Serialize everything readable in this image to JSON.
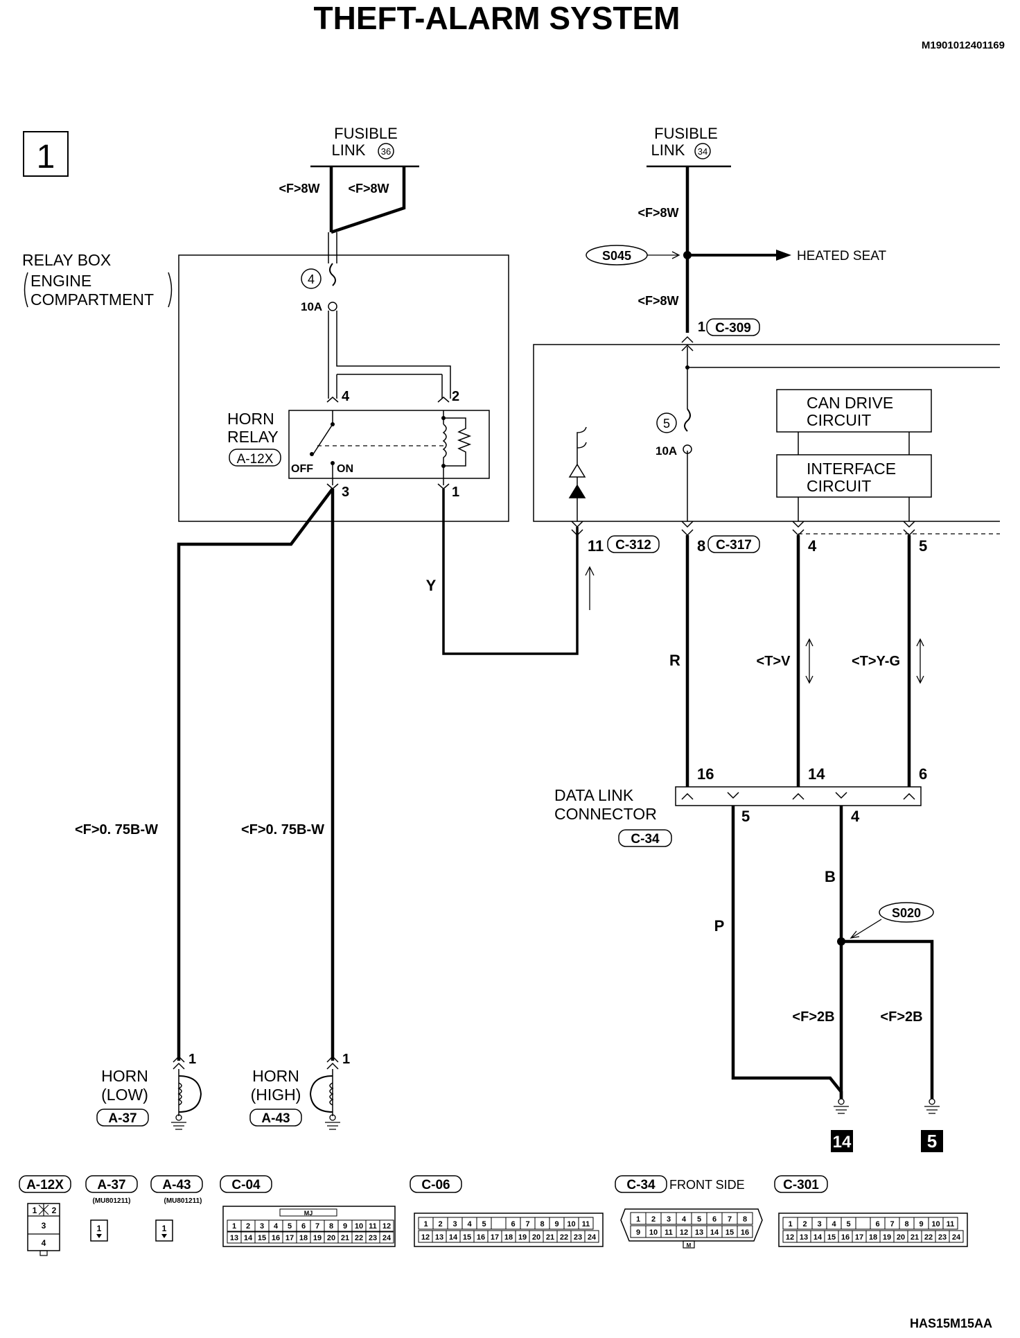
{
  "title": "THEFT-ALARM SYSTEM",
  "doc_code": "M1901012401169",
  "page_number": "1",
  "footer_code": "HAS15M15AA",
  "fusible_link_36": {
    "l1": "FUSIBLE",
    "l2": "LINK",
    "num": "36"
  },
  "fusible_link_34": {
    "l1": "FUSIBLE",
    "l2": "LINK",
    "num": "34"
  },
  "relay_box": {
    "l1": "RELAY BOX",
    "l2": "ENGINE",
    "l3": "COMPARTMENT"
  },
  "fuse4": {
    "num": "4",
    "rating": "10A"
  },
  "fuse5": {
    "num": "5",
    "rating": "10A"
  },
  "horn_relay": {
    "l1": "HORN",
    "l2": "RELAY",
    "conn": "A-12X",
    "off": "OFF",
    "on": "ON",
    "pin4": "4",
    "pin2": "2",
    "pin3": "3",
    "pin1": "1"
  },
  "wires": {
    "f8w_a": "<F>8W",
    "f8w_b": "<F>8W",
    "f8w_c": "<F>8W",
    "f8w_d": "<F>8W",
    "y": "Y",
    "r": "R",
    "tv": "<T>V",
    "tyg": "<T>Y-G",
    "b": "B",
    "p": "P",
    "f2b_a": "<F>2B",
    "f2b_b": "<F>2B",
    "f075_a": "<F>0. 75B-W",
    "f075_b": "<F>0. 75B-W"
  },
  "splices": {
    "s045": "S045",
    "s020": "S020"
  },
  "heated_seat": "HEATED SEAT",
  "c309": {
    "pin": "1",
    "conn": "C-309"
  },
  "c312": {
    "pin": "11",
    "conn": "C-312"
  },
  "c317": {
    "pin": "8",
    "conn": "C-317"
  },
  "ecu_pins": {
    "p4": "4",
    "p5": "5"
  },
  "can_drive": {
    "l1": "CAN DRIVE",
    "l2": "CIRCUIT"
  },
  "interface": {
    "l1": "INTERFACE",
    "l2": "CIRCUIT"
  },
  "dlc": {
    "l1": "DATA LINK",
    "l2": "CONNECTOR",
    "conn": "C-34",
    "p16": "16",
    "p14": "14",
    "p6": "6",
    "p5": "5",
    "p4": "4"
  },
  "horn_low": {
    "l1": "HORN",
    "l2": "(LOW)",
    "conn": "A-37",
    "pin": "1"
  },
  "horn_high": {
    "l1": "HORN",
    "l2": "(HIGH)",
    "conn": "A-43",
    "pin": "1"
  },
  "grounds": {
    "g14": "14",
    "g5": "5"
  },
  "connectors": {
    "a12x": {
      "label": "A-12X",
      "pins": [
        "1",
        "2",
        "3",
        "4"
      ]
    },
    "a37": {
      "label": "A-37",
      "part": "(MU801211)",
      "pin": "1"
    },
    "a43": {
      "label": "A-43",
      "part": "(MU801211)",
      "pin": "1"
    },
    "c04": {
      "label": "C-04",
      "tag": "MJ",
      "row1": [
        "1",
        "2",
        "3",
        "4",
        "5",
        "6",
        "7",
        "8",
        "9",
        "10",
        "11",
        "12"
      ],
      "row2": [
        "13",
        "14",
        "15",
        "16",
        "17",
        "18",
        "19",
        "20",
        "21",
        "22",
        "23",
        "24"
      ]
    },
    "c06": {
      "label": "C-06",
      "row1": [
        "1",
        "2",
        "3",
        "4",
        "5",
        "",
        "6",
        "7",
        "8",
        "9",
        "10",
        "11"
      ],
      "row2": [
        "12",
        "13",
        "14",
        "15",
        "16",
        "17",
        "18",
        "19",
        "20",
        "21",
        "22",
        "23",
        "24"
      ]
    },
    "c34": {
      "label": "C-34",
      "side": "FRONT SIDE",
      "row1": [
        "1",
        "2",
        "3",
        "4",
        "5",
        "6",
        "7",
        "8"
      ],
      "row2": [
        "9",
        "10",
        "11",
        "12",
        "13",
        "14",
        "15",
        "16"
      ],
      "tag": "M"
    },
    "c301": {
      "label": "C-301",
      "row1": [
        "1",
        "2",
        "3",
        "4",
        "5",
        "",
        "6",
        "7",
        "8",
        "9",
        "10",
        "11"
      ],
      "row2": [
        "12",
        "13",
        "14",
        "15",
        "16",
        "17",
        "18",
        "19",
        "20",
        "21",
        "22",
        "23",
        "24"
      ]
    }
  }
}
